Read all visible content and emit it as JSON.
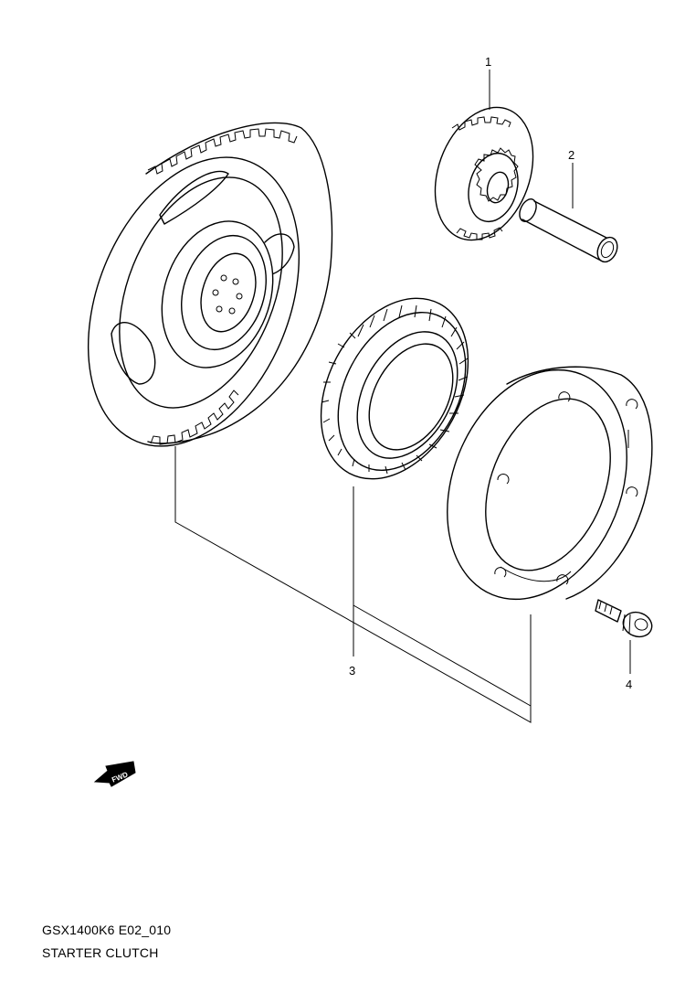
{
  "callouts": [
    {
      "id": "1",
      "label": "1"
    },
    {
      "id": "2",
      "label": "2"
    },
    {
      "id": "3",
      "label": "3"
    },
    {
      "id": "4",
      "label": "4"
    }
  ],
  "fwd_label": "FWD",
  "caption": {
    "code": "GSX1400K6 E02_010",
    "title": "STARTER CLUTCH"
  }
}
